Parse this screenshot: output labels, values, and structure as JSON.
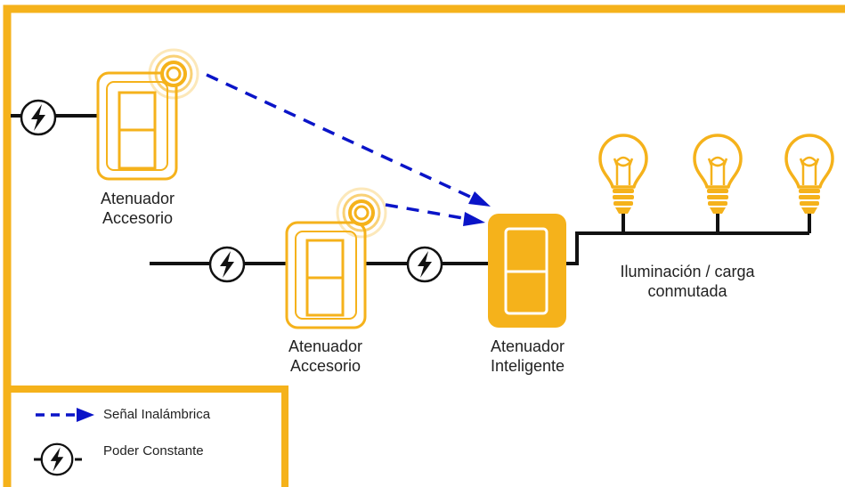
{
  "header": {
    "caption_fragment": ""
  },
  "labels": {
    "accessory_top_line1": "Atenuador",
    "accessory_top_line2": "Accesorio",
    "accessory_mid_line1": "Atenuador",
    "accessory_mid_line2": "Accesorio",
    "smart_line1": "Atenuador",
    "smart_line2": "Inteligente",
    "load_line1": "Iluminación / carga",
    "load_line2": "conmutada"
  },
  "legend": {
    "wireless_signal": "Señal Inalámbrica",
    "constant_power": "Poder Constante"
  },
  "colors": {
    "frame": "#f5b21b",
    "accessory_outline": "#f5b21b",
    "smart_fill": "#f5b21b",
    "signal": "#0a14c8",
    "wire": "#111111"
  },
  "icons": {
    "power": "lightning-bolt-in-circle",
    "signal": "concentric-rings",
    "bulb": "light-bulb"
  }
}
